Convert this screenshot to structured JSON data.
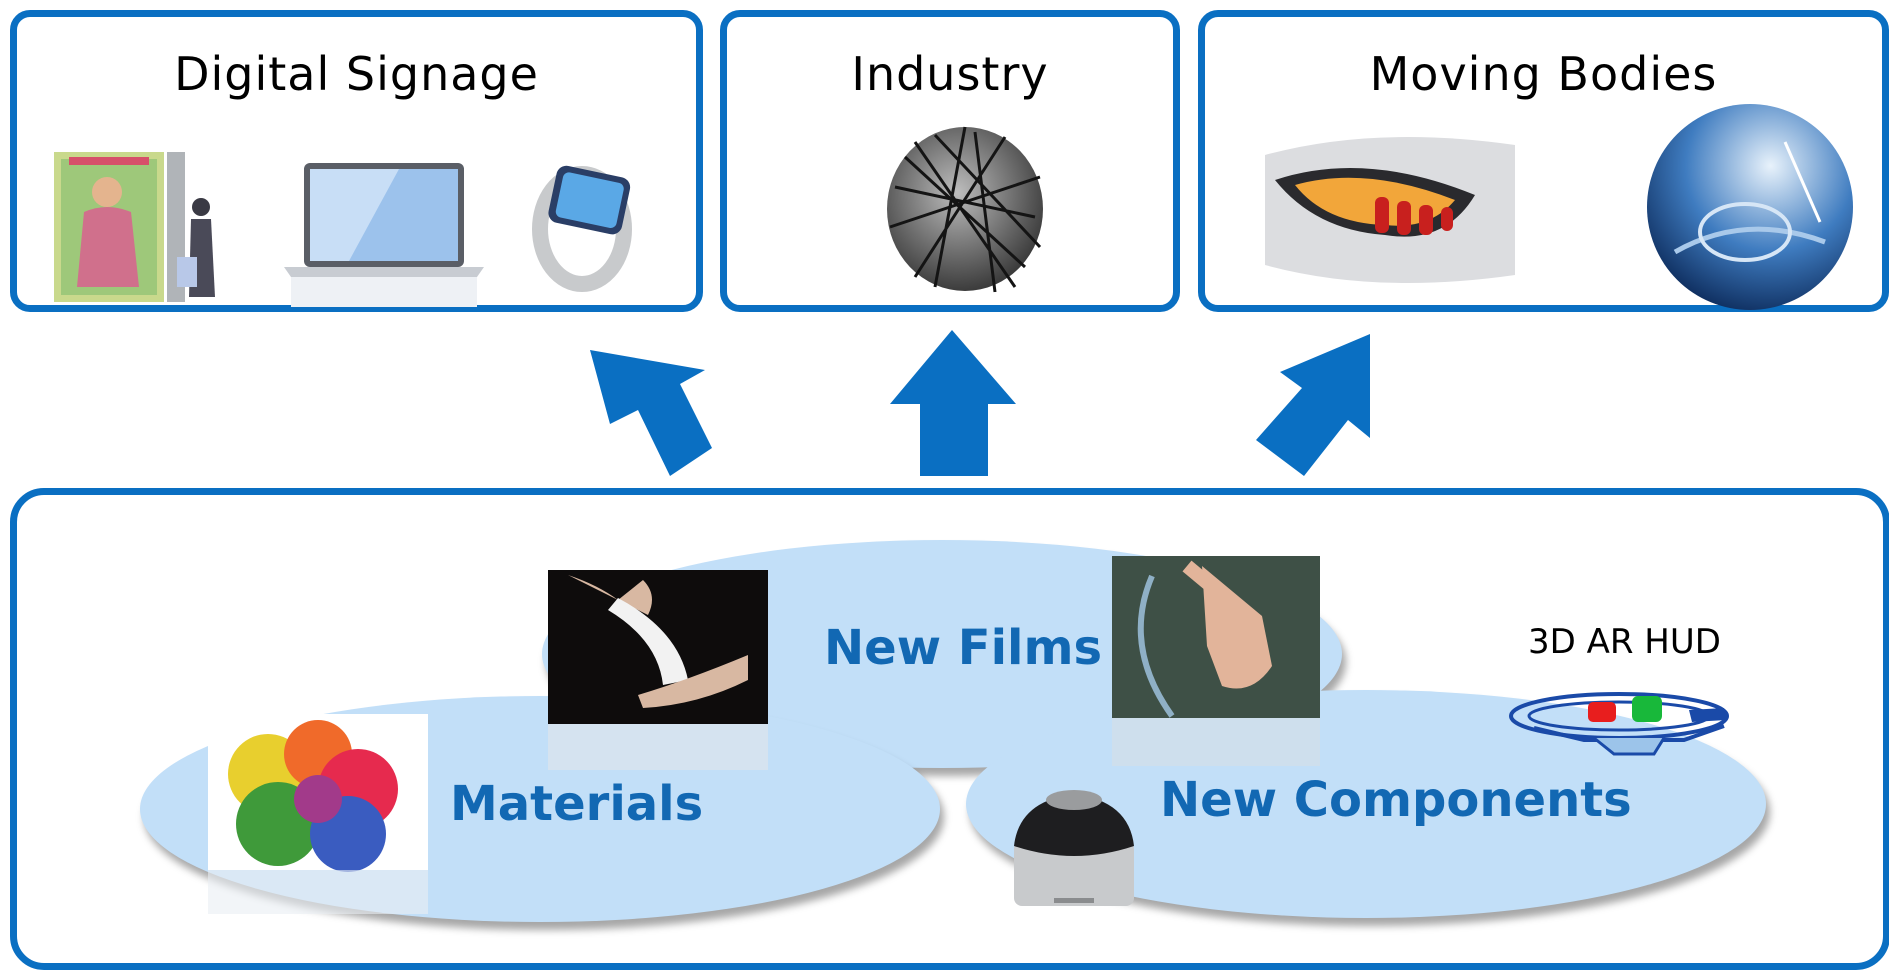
{
  "categories": {
    "digital_signage": "Digital Signage",
    "industry": "Industry",
    "moving_bodies": "Moving Bodies"
  },
  "technologies": {
    "new_films": "New Films",
    "materials": "Materials",
    "new_components": "New Components",
    "hud": "3D AR HUD"
  },
  "colors": {
    "frame_blue": "#0a6fc2",
    "ellipse_blue": "#c2dff8",
    "label_blue": "#1268b3"
  }
}
